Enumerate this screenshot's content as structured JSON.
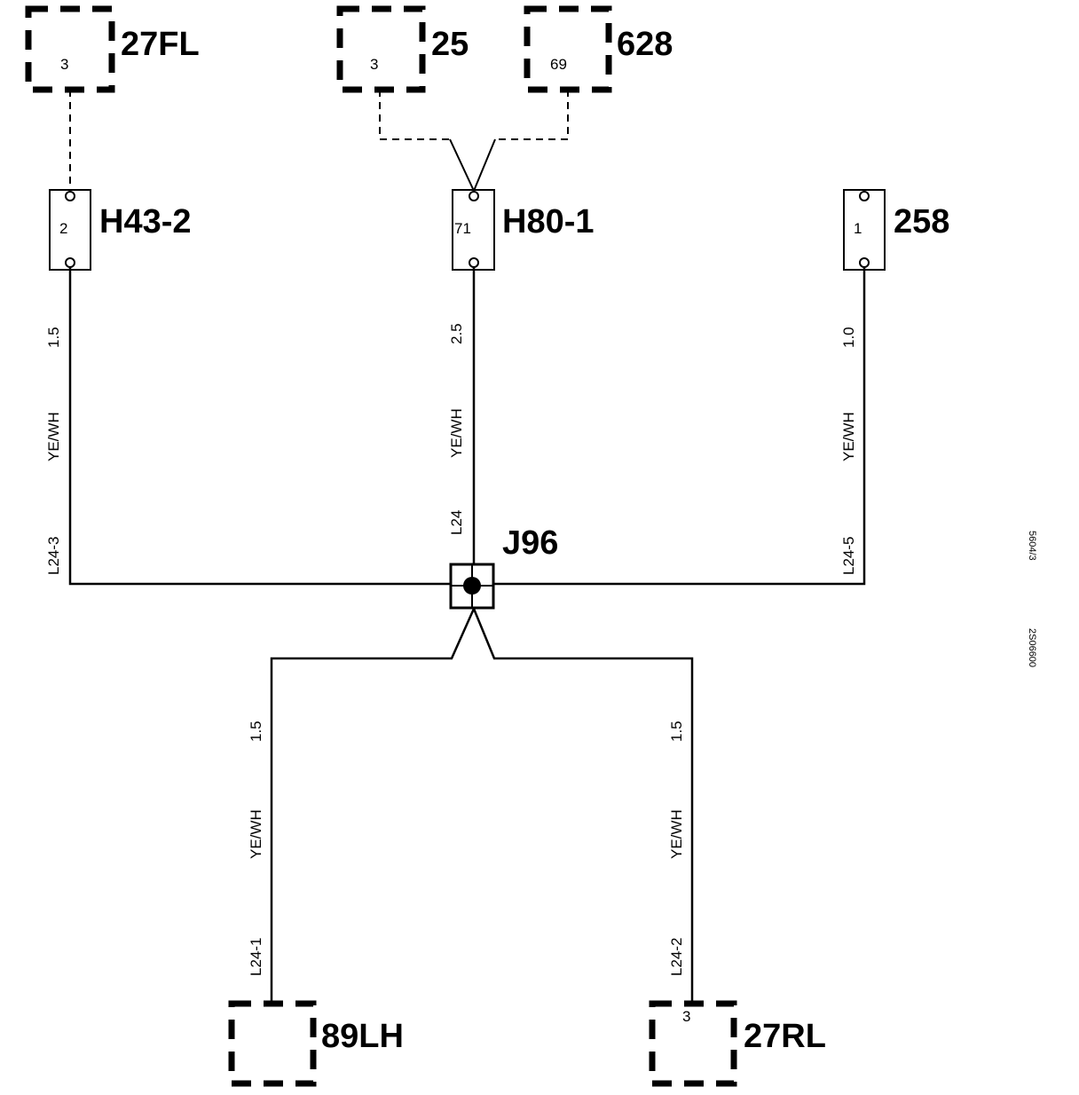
{
  "components": {
    "c27fl": {
      "label": "27FL",
      "pin": "3"
    },
    "c25": {
      "label": "25",
      "pin": "3"
    },
    "c628": {
      "label": "628",
      "pin": "69"
    },
    "c89lh": {
      "label": "89LH"
    },
    "c27rl": {
      "label": "27RL",
      "pin": "3"
    }
  },
  "connectors": {
    "h43": {
      "label": "H43-2",
      "pin": "2"
    },
    "h80": {
      "label": "H80-1",
      "pin": "71"
    },
    "c258": {
      "label": "258",
      "pin": "1"
    }
  },
  "junction": {
    "label": "J96"
  },
  "wires": {
    "w1": {
      "gauge": "1.5",
      "color": "YE/WH",
      "id": "L24-3"
    },
    "w2": {
      "gauge": "2.5",
      "color": "YE/WH",
      "id": "L24"
    },
    "w3": {
      "gauge": "1.0",
      "color": "YE/WH",
      "id": "L24-5"
    },
    "w4": {
      "gauge": "1.5",
      "color": "YE/WH",
      "id": "L24-1"
    },
    "w5": {
      "gauge": "1.5",
      "color": "YE/WH",
      "id": "L24-2"
    }
  },
  "side_codes": {
    "code1": "5604/3",
    "code2": "2S06600"
  }
}
